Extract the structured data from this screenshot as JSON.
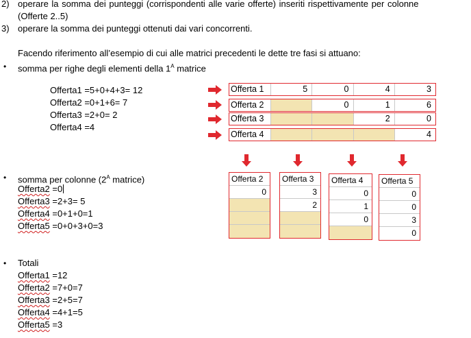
{
  "steps": [
    {
      "num": "2)",
      "line1": "operare la somma dei punteggi  (corrispondenti alle varie  offerte) inseriti rispettivamente  per colonne",
      "line2": "(Offerte 2..5)"
    },
    {
      "num": "3)",
      "line1": "operare la somma dei punteggi ottenuti dai vari concorrenti."
    }
  ],
  "intro": "Facendo riferimento all’esempio di cui alle matrici precedenti le dette tre fasi si attuano:",
  "bullet1": {
    "text": "somma per righe degli elementi della 1",
    "sup": "A",
    "tail": " matrice"
  },
  "row_sums": [
    "Offerta1 =5+0+4+3= 12",
    "Offerta2 =0+1+6= 7",
    "Offerta3 =2+0= 2",
    "Offerta4 =4"
  ],
  "matrix1": {
    "rows": [
      {
        "label": "Offerta 1",
        "cells": [
          {
            "v": "5",
            "fill": false
          },
          {
            "v": "0",
            "fill": false
          },
          {
            "v": "4",
            "fill": false
          },
          {
            "v": "3",
            "fill": false
          }
        ]
      },
      {
        "label": "Offerta 2",
        "cells": [
          {
            "v": "",
            "fill": true
          },
          {
            "v": "0",
            "fill": false
          },
          {
            "v": "1",
            "fill": false
          },
          {
            "v": "6",
            "fill": false
          }
        ]
      },
      {
        "label": "Offerta 3",
        "cells": [
          {
            "v": "",
            "fill": true
          },
          {
            "v": "",
            "fill": true
          },
          {
            "v": "2",
            "fill": false
          },
          {
            "v": "0",
            "fill": false
          }
        ]
      },
      {
        "label": "Offerta 4",
        "cells": [
          {
            "v": "",
            "fill": true
          },
          {
            "v": "",
            "fill": true
          },
          {
            "v": "",
            "fill": true
          },
          {
            "v": "4",
            "fill": false
          }
        ]
      }
    ]
  },
  "bullet2": {
    "text": "somma per colonne (2",
    "sup": "A",
    "tail": " matrice)"
  },
  "col_sums": [
    {
      "name": "Offerta2",
      "expr": " =0"
    },
    {
      "name": "Offerta3",
      "expr": " =2+3= 5"
    },
    {
      "name": "Offerta4",
      "expr": " =0+1+0=1"
    },
    {
      "name": "Offerta5",
      "expr": " =0+0+3+0=3"
    }
  ],
  "matrix2": {
    "columns": [
      {
        "header": "Offerta 2",
        "cells": [
          {
            "v": "0",
            "fill": false
          },
          {
            "v": "",
            "fill": true
          },
          {
            "v": "",
            "fill": true
          },
          {
            "v": "",
            "fill": true
          }
        ]
      },
      {
        "header": "Offerta 3",
        "cells": [
          {
            "v": "3",
            "fill": false
          },
          {
            "v": "2",
            "fill": false
          },
          {
            "v": "",
            "fill": true
          },
          {
            "v": "",
            "fill": true
          }
        ]
      },
      {
        "header": "Offerta 4",
        "cells": [
          {
            "v": "0",
            "fill": false
          },
          {
            "v": "1",
            "fill": false
          },
          {
            "v": "0",
            "fill": false
          },
          {
            "v": "",
            "fill": true
          }
        ]
      },
      {
        "header": "Offerta 5",
        "cells": [
          {
            "v": "0",
            "fill": false
          },
          {
            "v": "0",
            "fill": false
          },
          {
            "v": "3",
            "fill": false
          },
          {
            "v": "0",
            "fill": false
          }
        ]
      }
    ]
  },
  "bullet3": {
    "text": "Totali"
  },
  "totals": [
    {
      "name": "Offerta1",
      "expr": " =12"
    },
    {
      "name": "Offerta2",
      "expr": " =7+0=7"
    },
    {
      "name": "Offerta3",
      "expr": " =2+5=7"
    },
    {
      "name": "Offerta4",
      "expr": " =4+1=5"
    },
    {
      "name": "Offerta5",
      "expr": " =3"
    }
  ],
  "colors": {
    "accent": "#e0282e",
    "fill": "#f3e4b2"
  }
}
